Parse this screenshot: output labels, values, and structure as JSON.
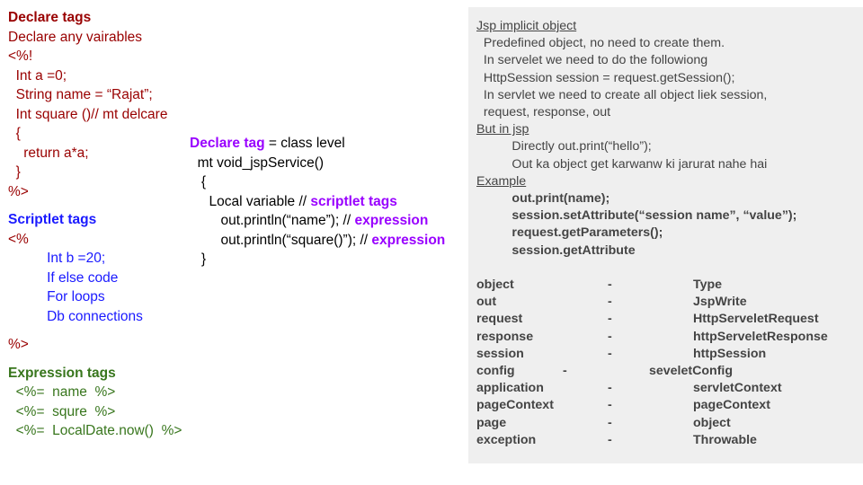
{
  "left": {
    "declare_heading": "Declare tags",
    "declare_lines": [
      "Declare any vairables",
      "<%!",
      "  Int a =0;",
      "  String name = “Rajat”;",
      "  Int square ()// mt delcare",
      "  {",
      "    return a*a;",
      "  }",
      "%>"
    ],
    "scriptlet_heading": "Scriptlet tags",
    "scriptlet_open": "<%",
    "scriptlet_lines": [
      "          Int b =20;",
      "          If else code",
      "          For loops",
      "          Db connections"
    ],
    "scriptlet_close": "%>",
    "expression_heading": "Expression tags",
    "expression_lines": [
      "  <%=  name  %>",
      "  <%=  squre  %>",
      "  <%=  LocalDate.now()  %>"
    ]
  },
  "middle": {
    "declare_tag": "Declare tag",
    "class_level": " = class level",
    "method": "  mt void_jspService()",
    "brace_open": "   {",
    "local_var": "     Local variable // ",
    "scriptlet_tags": "scriptlet tags",
    "println_name": "        out.println(“name”); // ",
    "println_square": "        out.println(“square()”); // ",
    "expression": "expression",
    "brace_close": "   }"
  },
  "panel": {
    "title": "Jsp implicit object",
    "intro": [
      "  Predefined object, no need to create them.",
      "  In servelet we need to do the followiong",
      "  HttpSession session = request.getSession();",
      "  In servlet we need to create all object liek session,",
      "  request, response, out"
    ],
    "but_in_jsp": "But in jsp",
    "jsp_lines": [
      "          Directly out.print(“hello”);",
      "          Out ka object get karwanw ki jarurat nahe hai"
    ],
    "example": "Example",
    "example_lines": [
      "          out.print(name);",
      "          session.setAttribute(“session name”, “value”);",
      "          request.getParameters();",
      "          session.getAttribute"
    ],
    "rows": [
      [
        "object",
        "-",
        "Type"
      ],
      [
        "out",
        "-",
        "JspWrite"
      ],
      [
        "request",
        "-",
        "HttpServeletRequest"
      ],
      [
        "response",
        "-",
        "httpServeletResponse"
      ],
      [
        "session",
        "-",
        "httpSession"
      ],
      [
        "config",
        "-",
        "seveletConfig"
      ],
      [
        "application",
        "-",
        "servletContext"
      ],
      [
        "pageContext",
        "-",
        "pageContext"
      ],
      [
        "page",
        "-",
        "object"
      ],
      [
        "exception",
        "-",
        "Throwable"
      ]
    ]
  },
  "colors": {
    "declare": "#990000",
    "scriptlet": "#1a1aff",
    "expression": "#38761d",
    "highlight": "#9900ff",
    "panel_bg": "#efefef"
  }
}
